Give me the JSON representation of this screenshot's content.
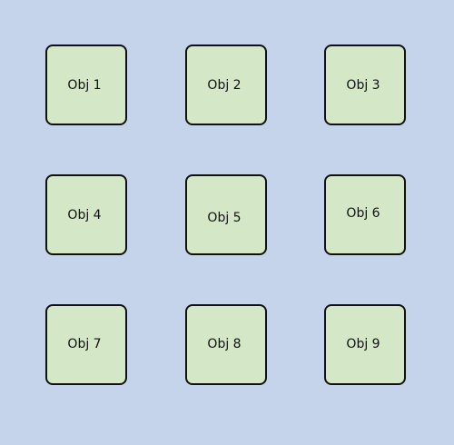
{
  "canvas": {
    "background_color": "#c5d4ea"
  },
  "style": {
    "object_fill_color": "#d4e8c8",
    "object_border_color": "#111111"
  },
  "objects": [
    {
      "label": "Obj 1"
    },
    {
      "label": "Obj 2"
    },
    {
      "label": "Obj 3"
    },
    {
      "label": "Obj 4"
    },
    {
      "label": "Obj 5"
    },
    {
      "label": "Obj 6"
    },
    {
      "label": "Obj 7"
    },
    {
      "label": "Obj 8"
    },
    {
      "label": "Obj 9"
    }
  ]
}
